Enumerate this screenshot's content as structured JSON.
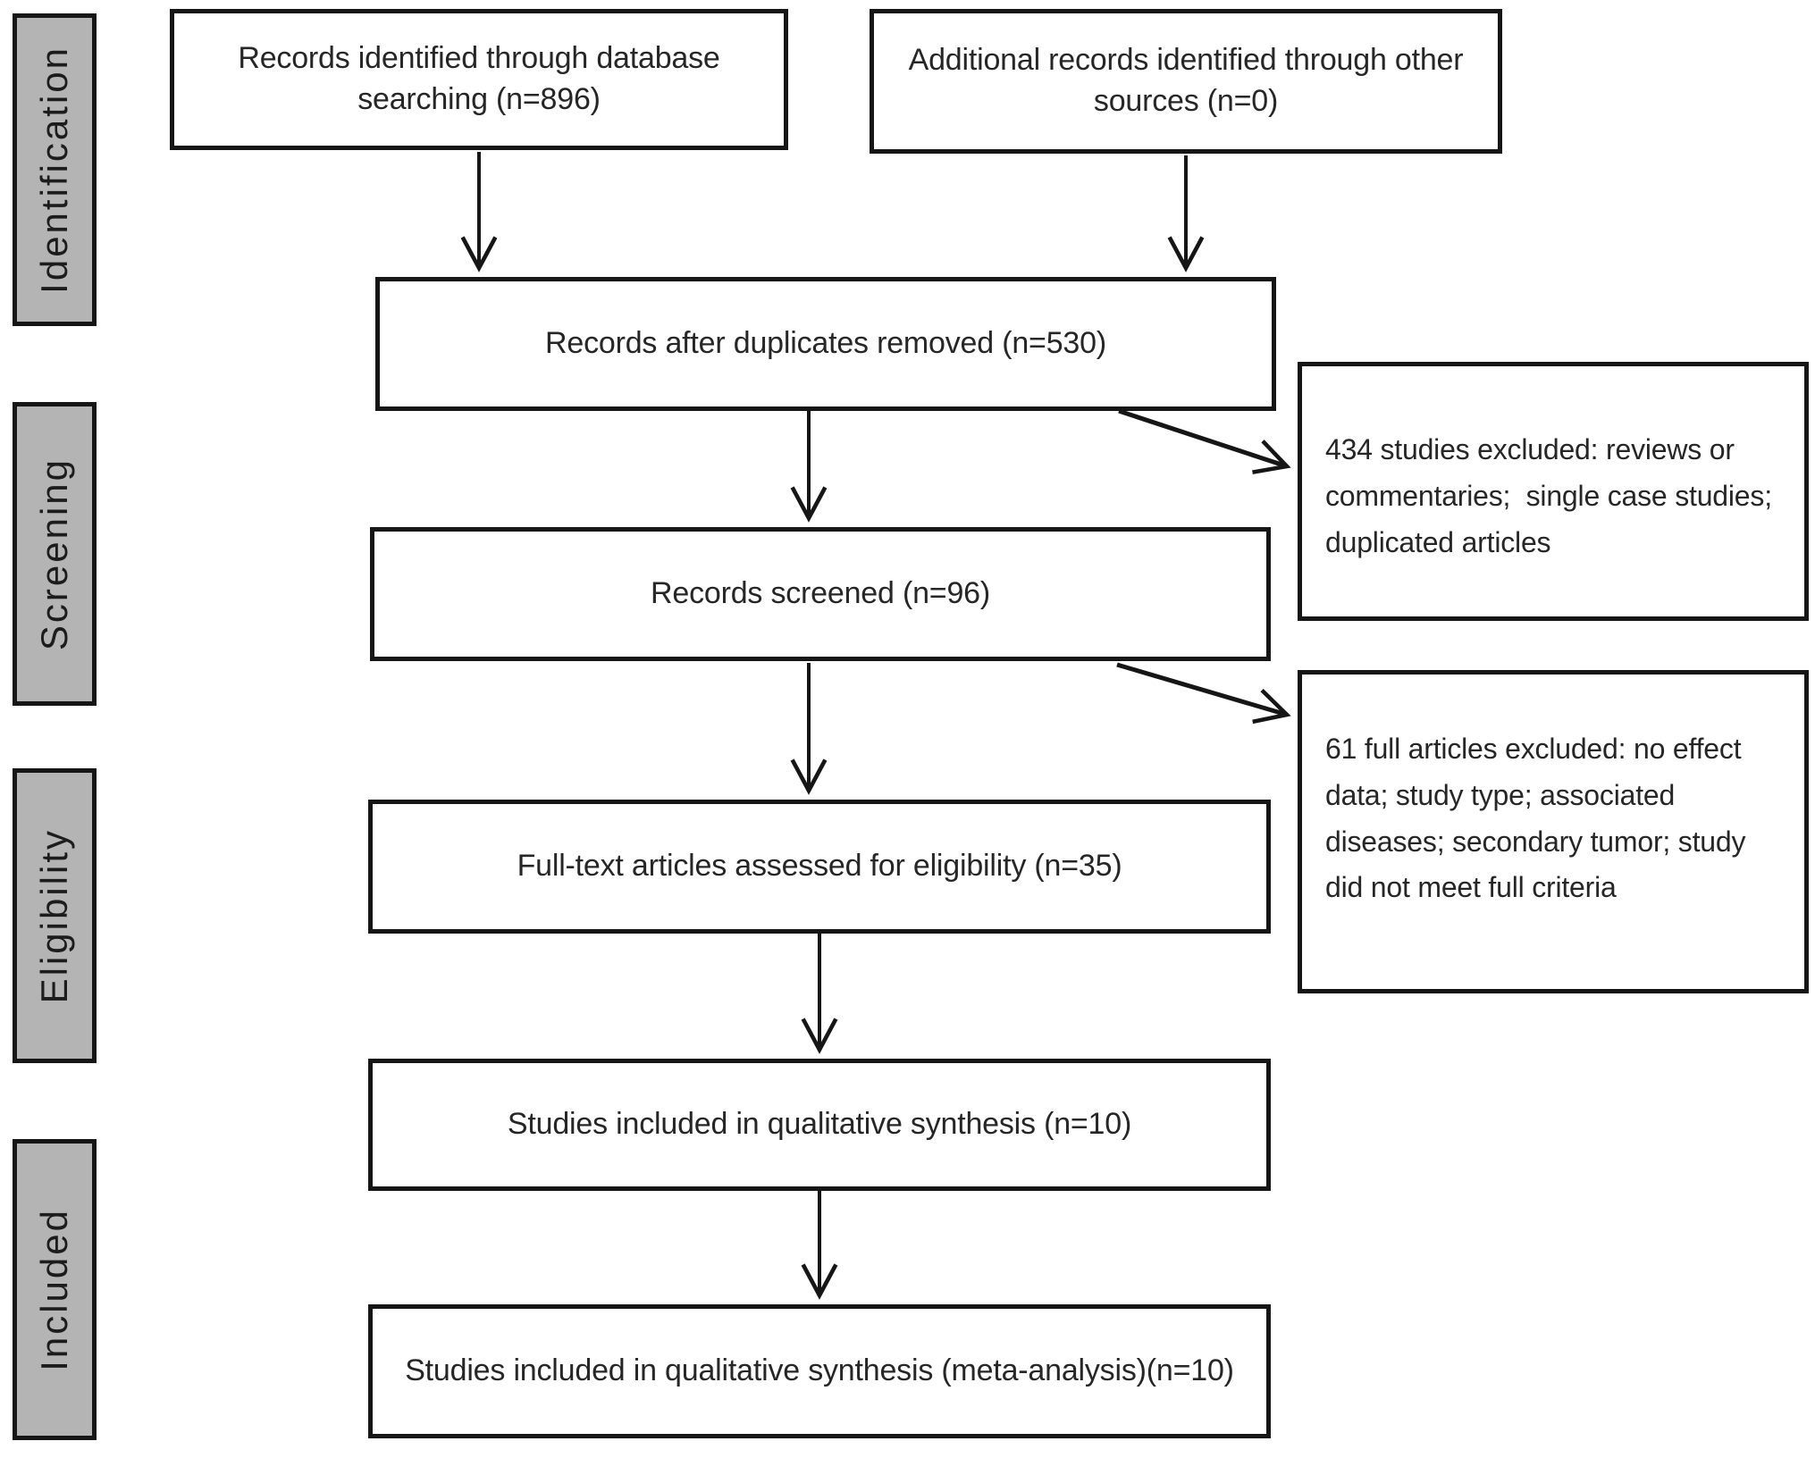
{
  "stages": [
    {
      "label": "Identification"
    },
    {
      "label": "Screening"
    },
    {
      "label": "Eligibility"
    },
    {
      "label": "Included"
    }
  ],
  "flow": {
    "identified": {
      "text": "Records identified through database searching (n=896)",
      "n": 896
    },
    "additional": {
      "text": "Additional records identified through other sources (n=0)",
      "n": 0
    },
    "dedup": {
      "text": "Records after duplicates removed (n=530)",
      "n": 530
    },
    "screened": {
      "text": "Records screened (n=96)",
      "n": 96
    },
    "fulltext": {
      "text": "Full-text articles assessed for eligibility (n=35)",
      "n": 35
    },
    "qualitative": {
      "text": "Studies included in qualitative synthesis (n=10)",
      "n": 10
    },
    "meta": {
      "text": "Studies included in qualitative synthesis (meta-analysis)(n=10)",
      "n": 10
    }
  },
  "exclusions": {
    "after_dedup": {
      "text": "434 studies excluded: reviews or commentaries;  single case studies; duplicated articles",
      "n": 434
    },
    "after_screening": {
      "text": "61 full articles excluded: no effect data; study type; associated diseases; secondary tumor; study did not meet full criteria",
      "n": 61
    }
  },
  "colors": {
    "stage_fill": "#b4b4b4",
    "line": "#161616",
    "background": "#ffffff"
  }
}
